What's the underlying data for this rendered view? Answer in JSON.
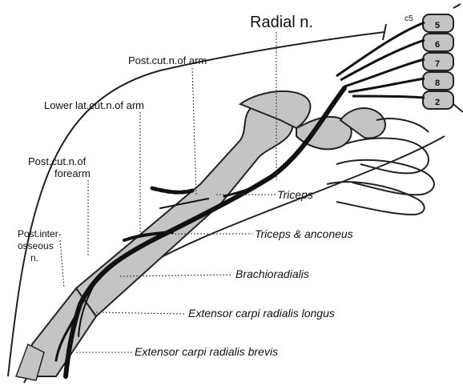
{
  "labels": {
    "radial_n": "Radial n.",
    "post_cut_arm": "Post.cut.n.of arm",
    "lower_lat_cut": "Lower lat.cut.n.of arm",
    "post_cut_forearm_1": "Post.cut.n.of",
    "post_cut_forearm_2": "forearm",
    "post_interosseous_1": "Post.inter-",
    "post_interosseous_2": "osseous",
    "post_interosseous_3": "n.",
    "triceps": "Triceps",
    "triceps_anconeus": "Triceps & anconeus",
    "brachioradialis": "Brachioradialis",
    "ecr_longus": "Extensor carpi radialis longus",
    "ecr_brevis": "Extensor carpi radialis brevis",
    "vert_c5": "c5",
    "vert_5": "5",
    "vert_6": "6",
    "vert_7": "7",
    "vert_8": "8",
    "vert_t2": "2"
  },
  "colors": {
    "bone": "#c4c4c4",
    "nerve": "#111111",
    "outline": "#222222"
  }
}
